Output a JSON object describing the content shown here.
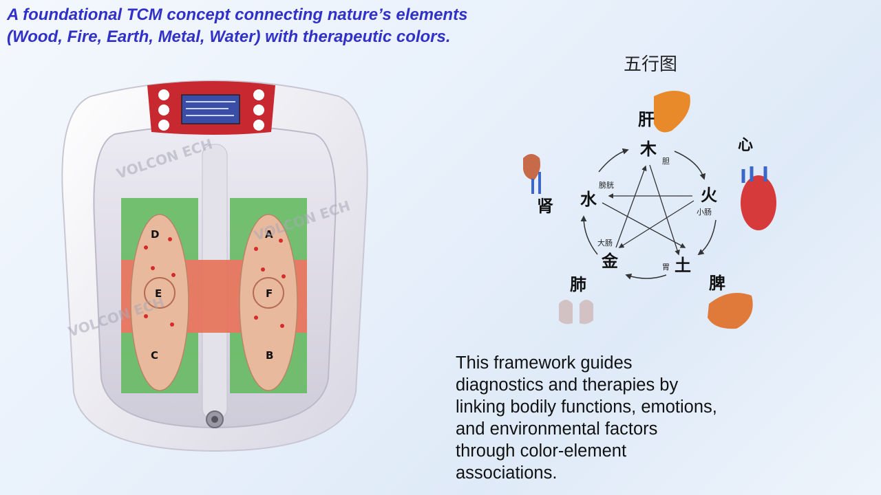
{
  "headline": {
    "line1": "A foundational TCM concept connecting nature’s elements",
    "line2": "(Wood, Fire, Earth, Metal, Water) with therapeutic colors."
  },
  "body_text": "This framework guides diagnostics and therapies by linking bodily functions, emotions, and environmental factors through color-element associations.",
  "foot_bath": {
    "watermark": "VOLCON ECH",
    "zones": [
      "A",
      "B",
      "C",
      "D",
      "E",
      "F"
    ],
    "zone_colors": {
      "green": "#5fb85a",
      "red": "#e86a4e"
    }
  },
  "five_elements": {
    "title": "五行图",
    "elements": [
      {
        "name": "木",
        "paired_organ": "胆",
        "organ": "肝"
      },
      {
        "name": "火",
        "paired_organ": "小肠",
        "organ": "心"
      },
      {
        "name": "土",
        "paired_organ": "胃",
        "organ": "脾"
      },
      {
        "name": "金",
        "paired_organ": "大肠",
        "organ": "肺"
      },
      {
        "name": "水",
        "paired_organ": "膀胱",
        "organ": "肾"
      }
    ]
  }
}
